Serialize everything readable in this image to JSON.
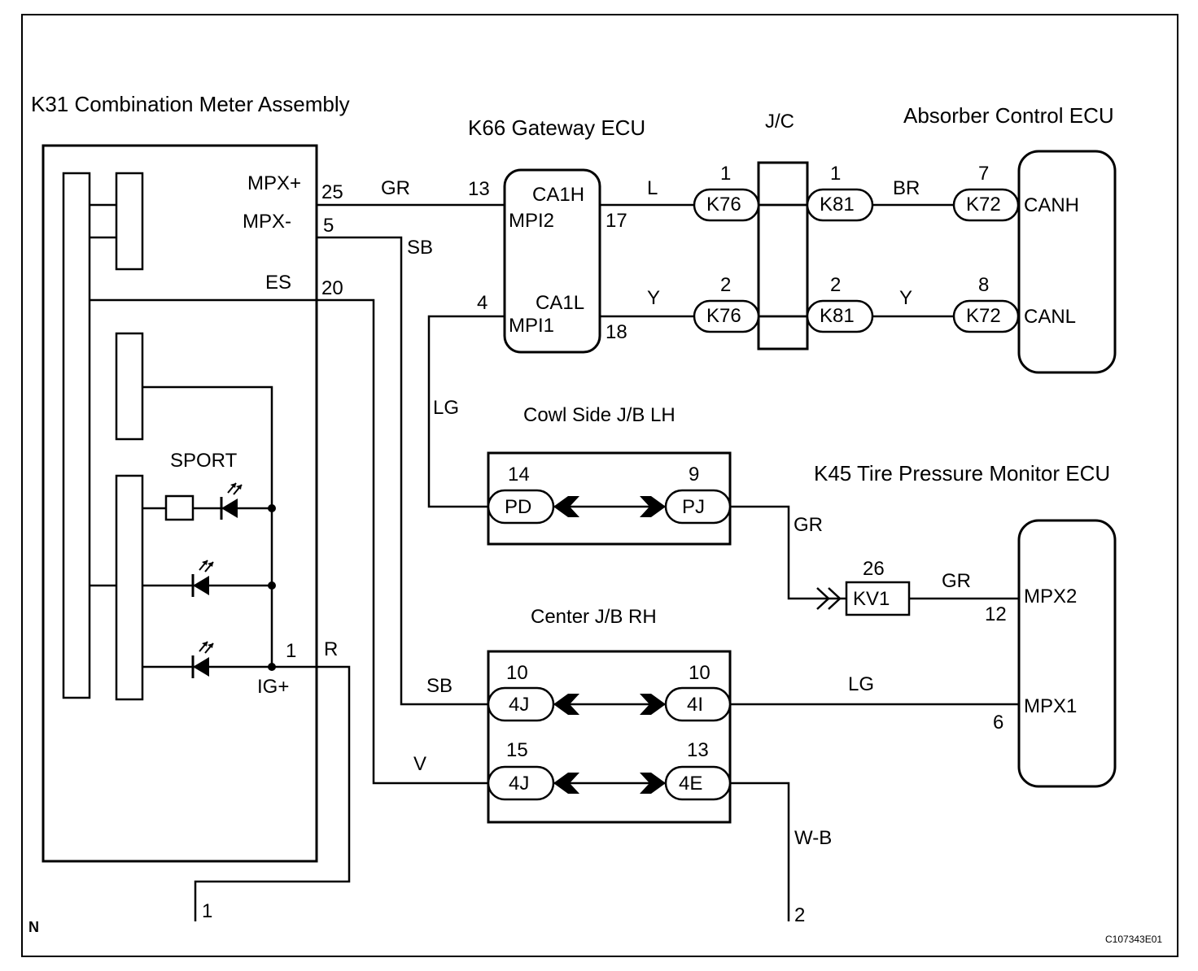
{
  "components": {
    "meter": "K31 Combination Meter Assembly",
    "gateway": "K66 Gateway ECU",
    "jc": "J/C",
    "absorber": "Absorber Control ECU",
    "cowl": "Cowl Side J/B LH",
    "tpms": "K45 Tire Pressure Monitor ECU",
    "center": "Center J/B RH"
  },
  "meter_pins": {
    "mpx_plus": "MPX+",
    "mpx_plus_no": "25",
    "mpx_minus": "MPX-",
    "mpx_minus_no": "5",
    "es": "ES",
    "es_no": "20",
    "igp": "IG+",
    "igp_no": "1",
    "sport": "SPORT"
  },
  "gateway_pins": {
    "ca1h": "CA1H",
    "mpi2": "MPI2",
    "ca1l": "CA1L",
    "mpi1": "MPI1",
    "p13": "13",
    "p4": "4",
    "p17": "17",
    "p18": "18"
  },
  "connectors": {
    "k76_top": "K76",
    "k76_top_no": "1",
    "k76_bot": "K76",
    "k76_bot_no": "2",
    "k81_top": "K81",
    "k81_top_no": "1",
    "k81_bot": "K81",
    "k81_bot_no": "2",
    "k72_top": "K72",
    "k72_top_no": "7",
    "k72_bot": "K72",
    "k72_bot_no": "8",
    "pd": "PD",
    "pd_no": "14",
    "pj": "PJ",
    "pj_no": "9",
    "kv1": "KV1",
    "kv1_no": "26",
    "c4j_a": "4J",
    "c4j_a_no": "10",
    "c4i": "4I",
    "c4i_no": "10",
    "c4j_b": "4J",
    "c4j_b_no": "15",
    "c4e": "4E",
    "c4e_no": "13"
  },
  "absorber_pins": {
    "canh": "CANH",
    "canl": "CANL"
  },
  "tpms_pins": {
    "mpx2": "MPX2",
    "mpx2_no": "12",
    "mpx1": "MPX1",
    "mpx1_no": "6"
  },
  "wire_colors": {
    "gr_mpx": "GR",
    "sb_mpx": "SB",
    "l": "L",
    "y_a": "Y",
    "br": "BR",
    "y_b": "Y",
    "lg_a": "LG",
    "gr_pj": "GR",
    "gr_kv1": "GR",
    "sb_4j": "SB",
    "lg_4i": "LG",
    "v": "V",
    "wb": "W-B",
    "r": "R"
  },
  "terminals": {
    "t1": "1",
    "t2": "2"
  },
  "corner_mark": "N",
  "figure_id": "C107343E01"
}
